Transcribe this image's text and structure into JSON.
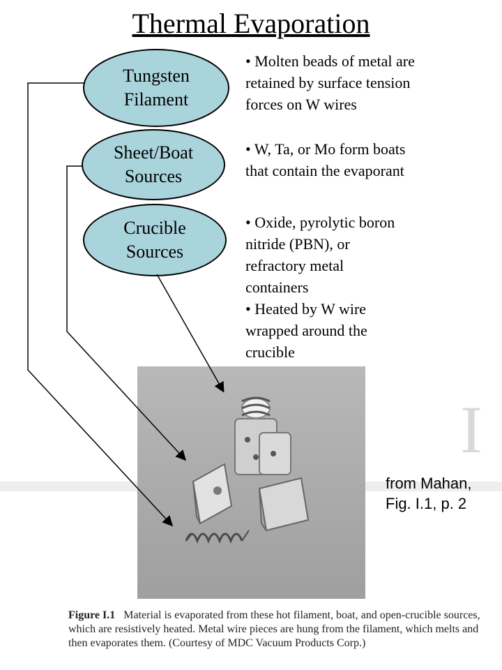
{
  "title": "Thermal Evaporation",
  "sources": [
    {
      "label": "Tungsten\nFilament",
      "description": "• Molten beads of metal are\nretained by surface tension\nforces on W wires"
    },
    {
      "label": "Sheet/Boat\nSources",
      "description": "• W, Ta, or Mo form boats\nthat contain the evaporant"
    },
    {
      "label": "Crucible\nSources",
      "description": "• Oxide, pyrolytic boron\nnitride (PBN), or\nrefractory metal\ncontainers\n• Heated by W wire\nwrapped around the\ncrucible"
    }
  ],
  "credit": "from Mahan,\nFig. I.1, p. 2",
  "figure": {
    "label": "Figure I.1",
    "caption": "Material is evaporated from these hot filament, boat, and open-crucible sources, which are resistively heated. Metal wire pieces are hung from the filament, which melts and then evaporates them. (Courtesy of MDC Vacuum Products Corp.)"
  },
  "colors": {
    "oval_fill": "#a9d4dc",
    "photo_bg": "#aaaaaa"
  }
}
